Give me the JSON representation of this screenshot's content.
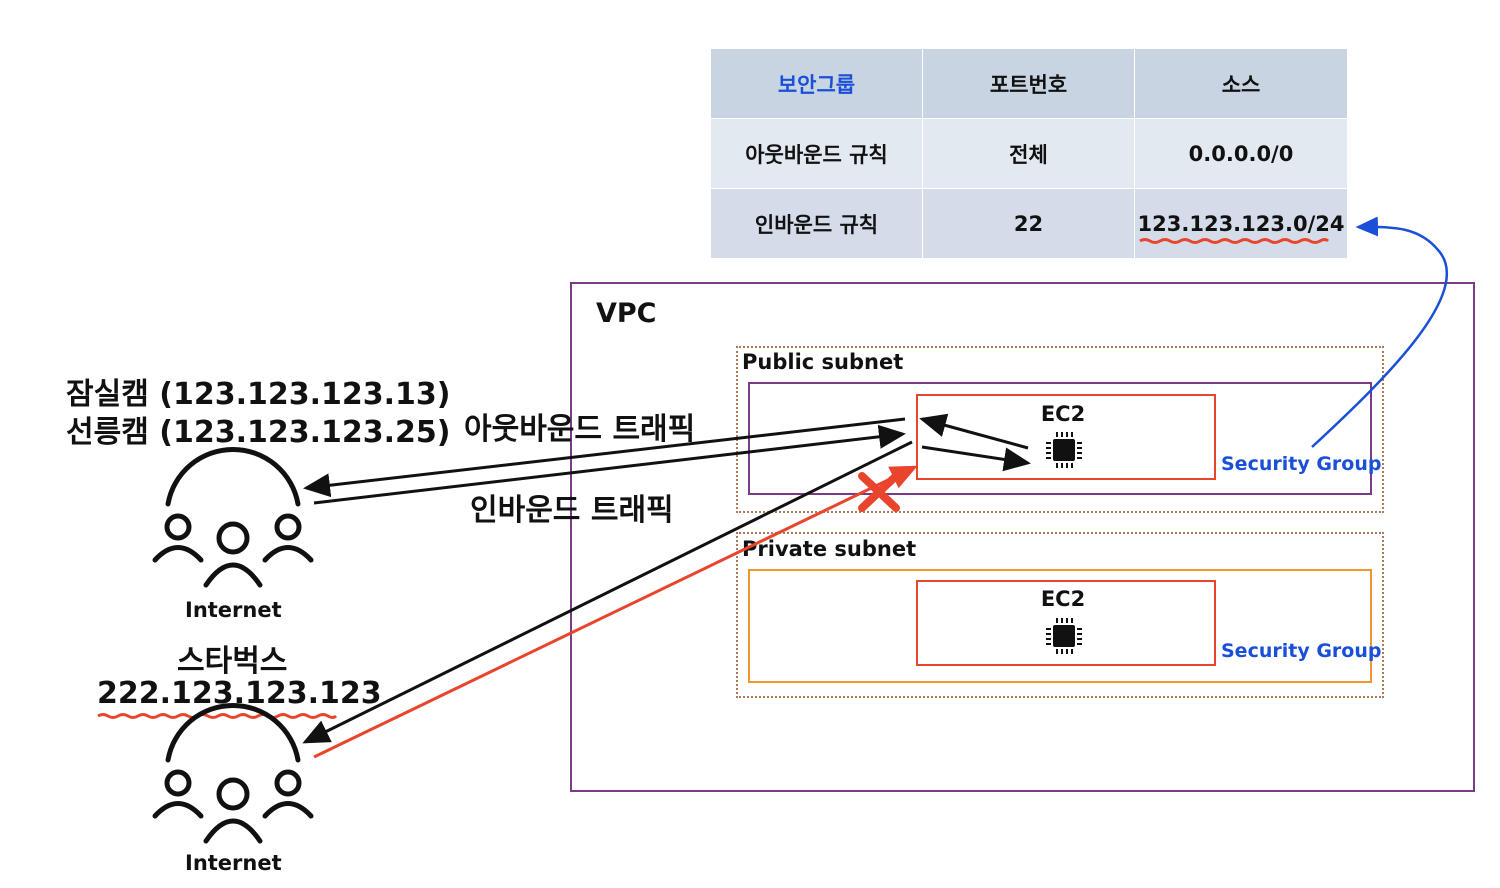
{
  "table": {
    "headers": [
      "보안그룹",
      "포트번호",
      "소스"
    ],
    "rows": [
      [
        "아웃바운드 규칙",
        "전체",
        "0.0.0.0/0"
      ],
      [
        "인바운드 규칙",
        "22",
        "123.123.123.0/24"
      ]
    ]
  },
  "diagram": {
    "vpc_label": "VPC",
    "public_subnet_label": "Public subnet",
    "private_subnet_label": "Private subnet",
    "ec2_label": "EC2",
    "security_group_label": "Security Group",
    "outbound_traffic_label": "아웃바운드 트래픽",
    "inbound_traffic_label": "인바운드 트래픽"
  },
  "users": {
    "allowed": {
      "line1": "잠실캠 (123.123.123.13)",
      "line2": "선릉캠 (123.123.123.25)",
      "label": "Internet"
    },
    "blocked": {
      "name": "스타벅스",
      "ip": "222.123.123.123",
      "label": "Internet"
    }
  },
  "colors": {
    "accent_blue": "#1a4fd8",
    "blocked_red": "#e8452c",
    "vpc_purple": "#7a3b86",
    "sg_orange": "#f0962e"
  }
}
